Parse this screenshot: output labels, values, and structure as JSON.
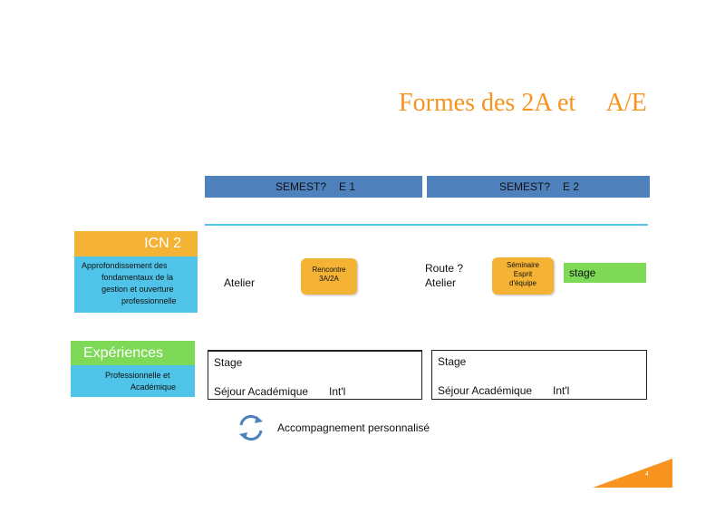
{
  "title": "Formes des 2A et     A/E",
  "semesters": [
    {
      "label": "SEMEST?",
      "code": "E 1"
    },
    {
      "label": "SEMEST?",
      "code": "E 2"
    }
  ],
  "icn": {
    "heading": "ICN 2",
    "lines": [
      "Approfondissement des",
      "fondamentaux de la",
      "gestion et ouverture",
      "professionnelle"
    ]
  },
  "experiences": {
    "heading": "Expériences",
    "lines": [
      "Professionnelle et",
      "Académique"
    ]
  },
  "sem1_row": {
    "atelier": "Atelier",
    "pill_lines": [
      "Rencontre",
      "3A/2A"
    ]
  },
  "sem2_row": {
    "route": "Route ?",
    "atelier": "Atelier",
    "pill_lines": [
      "Séminaire",
      "Esprit",
      "d'équipe"
    ],
    "stage": "stage"
  },
  "exp_boxes": [
    {
      "stage": "Stage",
      "sejour": "Séjour Académique",
      "intl": "Int'l"
    },
    {
      "stage": "Stage",
      "sejour": "Séjour Académique",
      "intl": "Int'l"
    }
  ],
  "accompagnement": "Accompagnement personnalisé",
  "page_number": "4",
  "colors": {
    "title": "#F7931E",
    "semester_bar": "#4F81BD",
    "icn_heading": "#F5B335",
    "light_blue": "#4FC3E8",
    "green": "#7ED957",
    "corner": "#F7931E"
  },
  "icons": {
    "accompagnement": "cycle-arrows-icon"
  }
}
